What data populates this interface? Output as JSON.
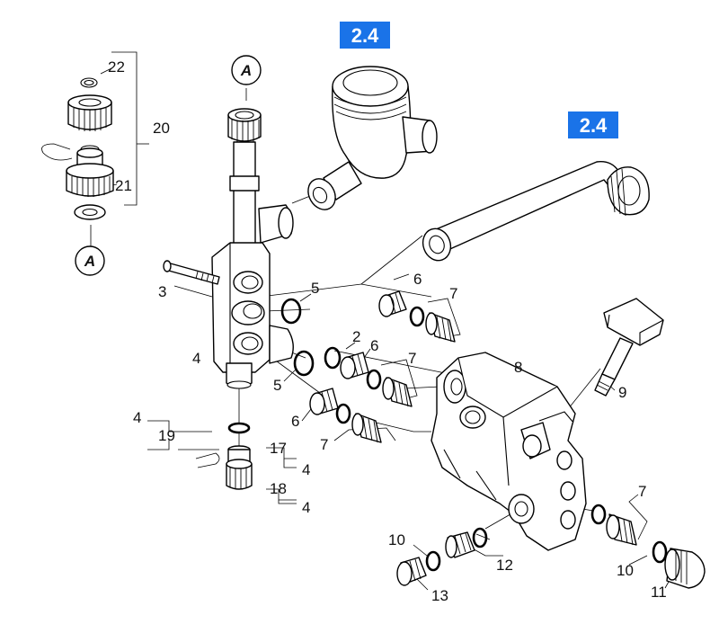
{
  "diagram": {
    "references": [
      {
        "id": "ref-top",
        "text": "2.4"
      },
      {
        "id": "ref-right",
        "text": "2.4"
      }
    ],
    "connectors": [
      {
        "id": "conn-top",
        "text": "A"
      },
      {
        "id": "conn-left",
        "text": "A"
      }
    ],
    "labels": [
      {
        "id": "l22",
        "text": "22"
      },
      {
        "id": "l20",
        "text": "20"
      },
      {
        "id": "l21",
        "text": "21"
      },
      {
        "id": "l3",
        "text": "3"
      },
      {
        "id": "l5a",
        "text": "5"
      },
      {
        "id": "l6a",
        "text": "6"
      },
      {
        "id": "l7a",
        "text": "7"
      },
      {
        "id": "l2",
        "text": "2"
      },
      {
        "id": "l6b",
        "text": "6"
      },
      {
        "id": "l4a",
        "text": "4"
      },
      {
        "id": "l5b",
        "text": "5"
      },
      {
        "id": "l7b",
        "text": "7"
      },
      {
        "id": "l8",
        "text": "8"
      },
      {
        "id": "l9",
        "text": "9"
      },
      {
        "id": "l6c",
        "text": "6"
      },
      {
        "id": "l7c",
        "text": "7"
      },
      {
        "id": "l4b",
        "text": "4"
      },
      {
        "id": "l19",
        "text": "19"
      },
      {
        "id": "l17",
        "text": "17"
      },
      {
        "id": "l4c",
        "text": "4"
      },
      {
        "id": "l18",
        "text": "18"
      },
      {
        "id": "l4d",
        "text": "4"
      },
      {
        "id": "l7d",
        "text": "7"
      },
      {
        "id": "l10a",
        "text": "10"
      },
      {
        "id": "l12",
        "text": "12"
      },
      {
        "id": "l13",
        "text": "13"
      },
      {
        "id": "l10b",
        "text": "10"
      },
      {
        "id": "l11",
        "text": "11"
      }
    ],
    "colors": {
      "reference_box": "#1a73e8",
      "line": "#000000"
    }
  }
}
